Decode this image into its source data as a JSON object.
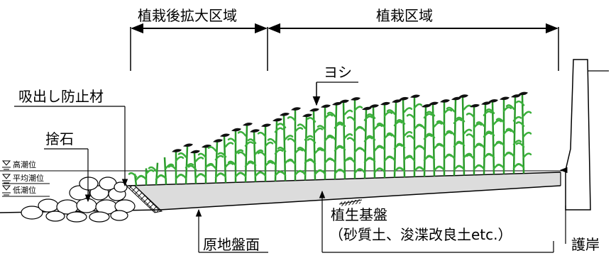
{
  "labels": {
    "zone_expansion": "植栽後拡大区域",
    "zone_planting": "植栽区域",
    "reed": "ヨシ",
    "scour_prevention": "吸出し防止材",
    "riprap": "捨石",
    "water_high": "高潮位",
    "water_mean": "平均潮位",
    "water_low": "低潮位",
    "base_line1": "植生基盤",
    "base_line2": "（砂質土、浚渫改良土etc.）",
    "original_ground": "原地盤面",
    "seawall": "護岸"
  },
  "colors": {
    "reed_stem": "#2a9a2a",
    "reed_leaf": "#3bb03b",
    "reed_head": "#111111",
    "soil": "#dcdcdc",
    "line": "#000000"
  }
}
